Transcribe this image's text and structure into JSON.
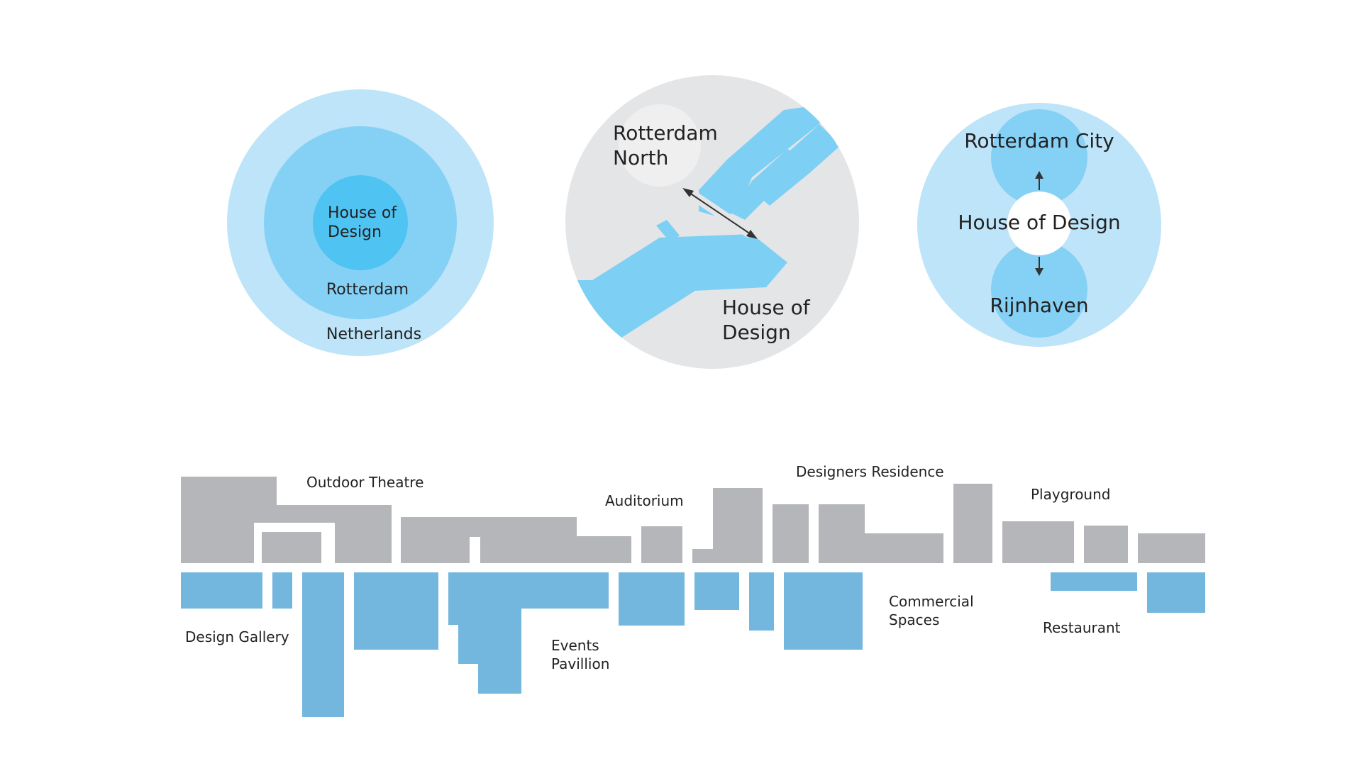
{
  "colors": {
    "outer_ring": "#bde4f8",
    "middle_ring": "#85d1f6",
    "core": "#4fc3f2",
    "map_bg": "#e4e5e7",
    "water": "#7dd0f4",
    "north_zone": "#efeff0",
    "node_white": "#ffffff",
    "upper_block": "#b5b6b9",
    "lower_block": "#74b7de",
    "arrow": "#333333",
    "text": "#222222"
  },
  "scale_diagram": {
    "core_label": [
      "House of",
      "Design"
    ],
    "middle_label": "Rotterdam",
    "outer_label": "Netherlands"
  },
  "map_diagram": {
    "north_label": [
      "Rotterdam",
      "North"
    ],
    "site_label": [
      "House of",
      "Design"
    ]
  },
  "link_diagram": {
    "top_label": "Rotterdam City",
    "center_label": "House of Design",
    "bottom_label": "Rijnhaven"
  },
  "program_section": {
    "labels": {
      "outdoor_theatre": "Outdoor Theatre",
      "auditorium": "Auditorium",
      "designers_residence": "Designers Residence",
      "playground": "Playground",
      "design_gallery": "Design Gallery",
      "events_pavillion": [
        "Events",
        "Pavillion"
      ],
      "commercial_spaces": [
        "Commercial",
        "Spaces"
      ],
      "restaurant": "Restaurant"
    }
  }
}
